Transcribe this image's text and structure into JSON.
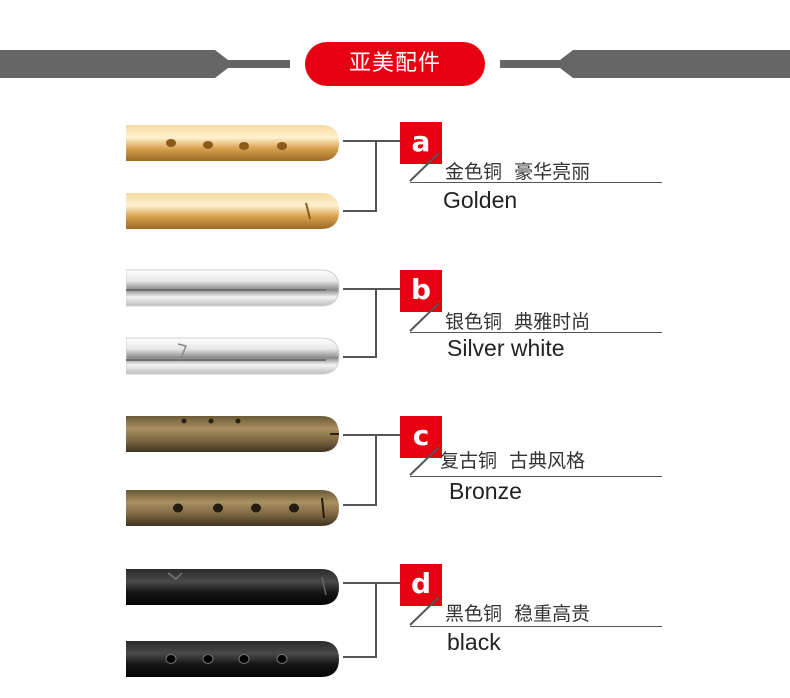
{
  "header": {
    "title": "亚美配件"
  },
  "colors": {
    "accent": "#e60012",
    "bar": "#666666"
  },
  "variants": [
    {
      "badge": "a",
      "cn_label": "金色铜",
      "cn_desc": "豪华亮丽",
      "en_label": "Golden",
      "finish": "gold"
    },
    {
      "badge": "b",
      "cn_label": "银色铜",
      "cn_desc": "典雅时尚",
      "en_label": "Silver white",
      "finish": "silver"
    },
    {
      "badge": "c",
      "cn_label": "复古铜",
      "cn_desc": "古典风格",
      "en_label": "Bronze",
      "finish": "bronze"
    },
    {
      "badge": "d",
      "cn_label": "黑色铜",
      "cn_desc": "稳重高贵",
      "en_label": "black",
      "finish": "black"
    }
  ]
}
